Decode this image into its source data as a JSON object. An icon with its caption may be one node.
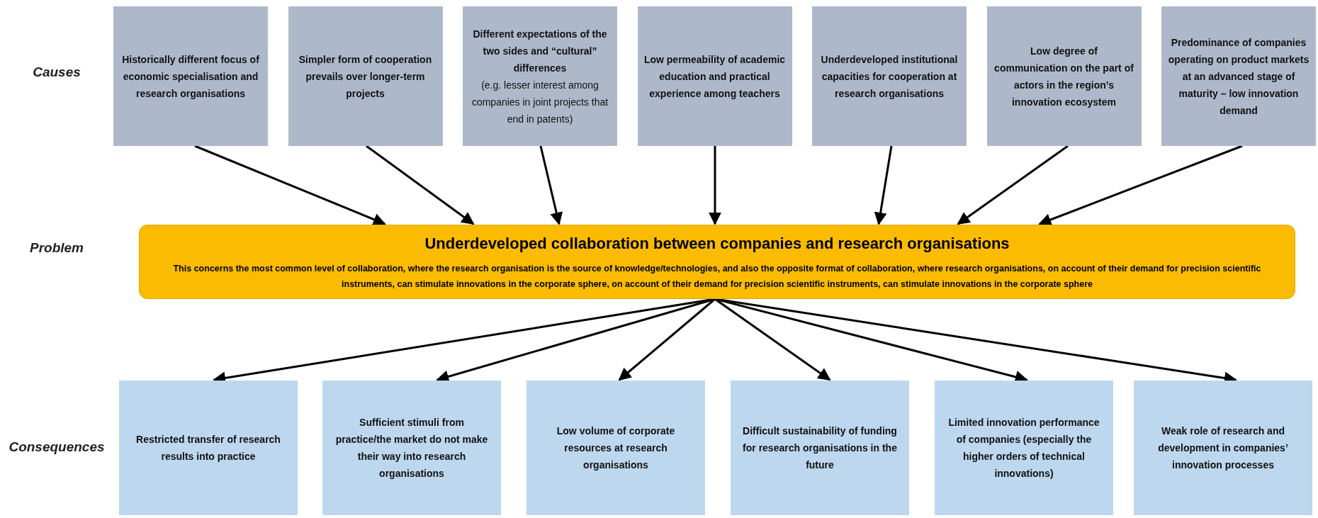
{
  "diagram": {
    "nodes": [
      {
        "text": [
          "Historically different focus of economic specialisation and research organisations"
        ]
      },
      {
        "text": [
          "Simpler form of cooperation prevails over longer-term projects"
        ]
      },
      {
        "text": [
          "Different expectations of the two sides and “cultural” differences",
          "(e.g. lesser interest among companies in joint projects that end in patents)"
        ]
      },
      {
        "text": [
          "Low permeability of academic education and practical experience among teachers"
        ]
      },
      {
        "text": [
          "Underdeveloped institutional capacities for cooperation at research organisations"
        ]
      },
      {
        "text": [
          "Low degree of communication on the part of actors in the region’s innovation ecosystem"
        ]
      },
      {
        "text": [
          "Predominance of companies operating on product markets at an advanced stage of maturity – low innovation demand"
        ]
      },
      {
        "text": [
          "Underdeveloped collaboration between companies and research organisations",
          "This concerns the most common level of collaboration, where the research organisation is the source of knowledge/technologies, and also the opposite format of collaboration, where research organisations, on account of their demand for precision scientific instruments, can stimulate innovations in the corporate sphere, on account of their demand for precision scientific instruments, can stimulate innovations in the corporate sphere"
        ]
      },
      {
        "text": [
          "Restricted transfer of research results into practice"
        ]
      },
      {
        "text": [
          "Sufficient stimuli from practice/the market do not make their way into research organisations"
        ]
      },
      {
        "text": [
          "Low volume of corporate resources at research organisations"
        ]
      },
      {
        "text": [
          "Difficult sustainability of funding for research organisations in the future"
        ]
      },
      {
        "text": [
          "Limited innovation performance of companies (especially the higher orders of technical innovations)"
        ]
      },
      {
        "text": [
          "Weak role of research and development in companies’ innovation processes"
        ]
      }
    ],
    "edges": [
      {
        "from": 0,
        "to": 7,
        "arrow": "to"
      },
      {
        "from": 1,
        "to": 7,
        "arrow": "to"
      },
      {
        "from": 2,
        "to": 7,
        "arrow": "to"
      },
      {
        "from": 3,
        "to": 7,
        "arrow": "to"
      },
      {
        "from": 4,
        "to": 7,
        "arrow": "to"
      },
      {
        "from": 5,
        "to": 7,
        "arrow": "to"
      },
      {
        "from": 6,
        "to": 7,
        "arrow": "to"
      },
      {
        "from": 7,
        "to": 8,
        "arrow": "to"
      },
      {
        "from": 7,
        "to": 9,
        "arrow": "to"
      },
      {
        "from": 7,
        "to": 10,
        "arrow": "to"
      },
      {
        "from": 7,
        "to": 11,
        "arrow": "to"
      },
      {
        "from": 7,
        "to": 12,
        "arrow": "to"
      },
      {
        "from": 7,
        "to": 13,
        "arrow": "to"
      }
    ],
    "labels": [
      "Causes",
      "Problem",
      "Consequences"
    ]
  }
}
